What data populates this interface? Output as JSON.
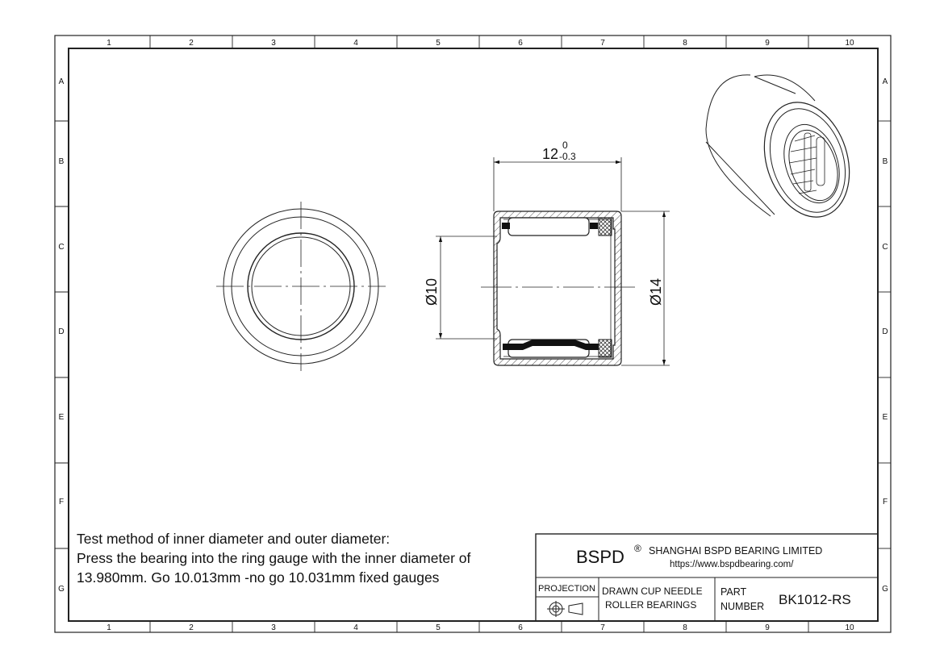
{
  "frame": {
    "columns": [
      "1",
      "2",
      "3",
      "4",
      "5",
      "6",
      "7",
      "8",
      "9",
      "10"
    ],
    "rows": [
      "A",
      "B",
      "C",
      "D",
      "E",
      "F",
      "G"
    ]
  },
  "dimensions": {
    "length": "12",
    "length_tol_upper": "0",
    "length_tol_lower": "-0.3",
    "inner_diameter": "Ø10",
    "outer_diameter": "Ø14"
  },
  "notes": [
    "Test method of inner diameter and outer diameter:",
    "Press the bearing into the ring gauge with the inner diameter of",
    "13.980mm.   Go 10.013mm -no go 10.031mm fixed gauges"
  ],
  "title_block": {
    "brand": "BSPD",
    "registered": "®",
    "company": "SHANGHAI BSPD BEARING LIMITED",
    "website": "https://www.bspdbearing.com/",
    "projection_label": "PROJECTION",
    "description_line1": "DRAWN CUP NEEDLE",
    "description_line2": "ROLLER BEARINGS",
    "part_label_line1": "PART",
    "part_label_line2": "NUMBER",
    "part_number": "BK1012-RS"
  }
}
